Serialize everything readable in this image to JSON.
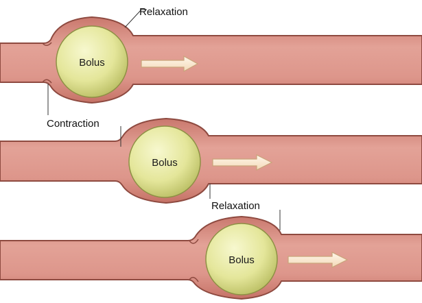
{
  "labels": {
    "relaxation_1": "Relaxation",
    "contraction": "Contraction",
    "relaxation_2": "Relaxation"
  },
  "segments": [
    {
      "bolus_label": "Bolus"
    },
    {
      "bolus_label": "Bolus"
    },
    {
      "bolus_label": "Bolus"
    }
  ],
  "colors": {
    "tube_fill": "#d98e82",
    "tube_stroke": "#8e4a40",
    "bolus_fill": "#e6e8a0",
    "arrow_fill": "#fbecd4"
  }
}
